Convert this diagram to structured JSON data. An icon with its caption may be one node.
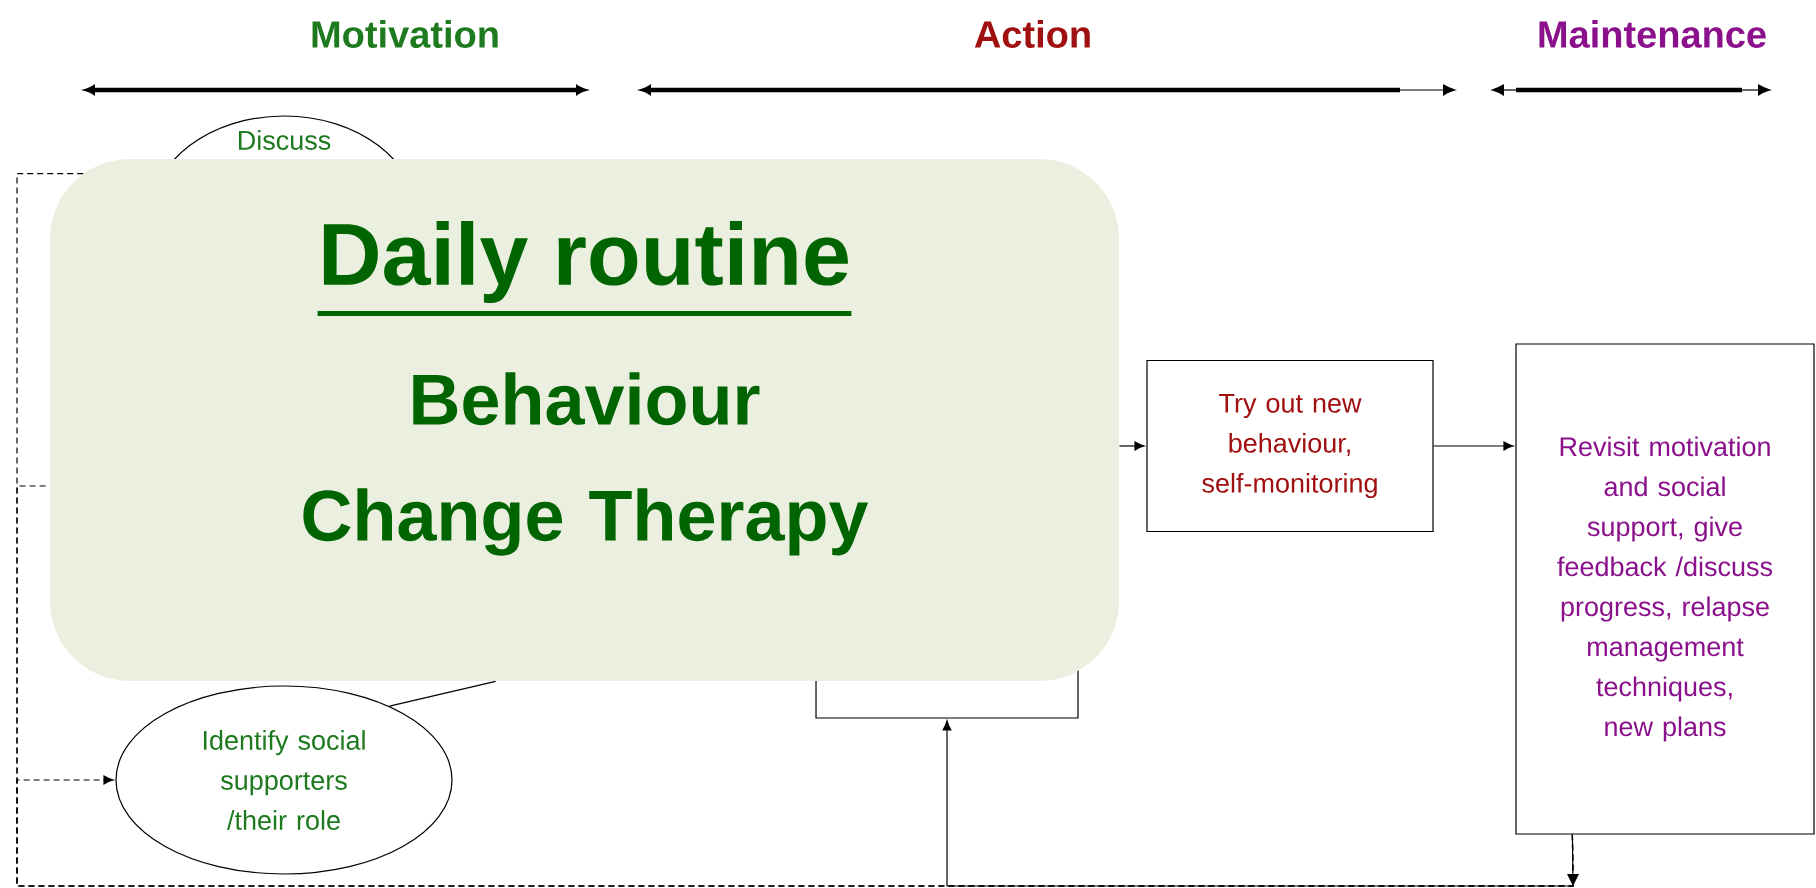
{
  "diagram": {
    "nodes": [
      {
        "text": [
          "Discuss"
        ]
      },
      {
        "text": [
          "Daily routine",
          "Behaviour Change Therapy"
        ]
      },
      {
        "text": [],
        "shape": "box"
      },
      {
        "text": [
          "Try out new behaviour, self-monitoring"
        ]
      },
      {
        "text": [
          "Revisit motivation and social support, give feedback /discuss progress, relapse management techniques, new plans"
        ]
      },
      {
        "text": [
          "Identify social supporters /their role"
        ]
      }
    ],
    "edges": [
      {
        "from": 1,
        "to": 3,
        "arrow": "to"
      },
      {
        "from": 3,
        "to": 4,
        "arrow": "to"
      },
      {
        "from": 4,
        "to": 2,
        "arrow": "to"
      },
      {
        "from": 4,
        "to": 5,
        "arrow": "to",
        "style": "dashed"
      },
      {
        "from": 4,
        "to": 1,
        "arrow": "none",
        "style": "dashed"
      },
      {
        "from": 4,
        "to": 1,
        "arrow": "none",
        "style": "dashed"
      },
      {
        "from": 5,
        "to": 1,
        "arrow": "none"
      }
    ],
    "labels": [
      "Motivation",
      "Action",
      "Maintenance"
    ]
  }
}
